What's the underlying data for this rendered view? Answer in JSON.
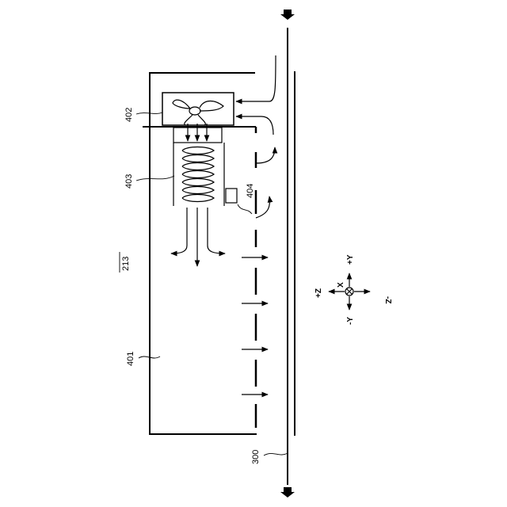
{
  "figure": {
    "labels": {
      "fan_unit": "402",
      "coil": "403",
      "sensor": "404",
      "chamber": "213",
      "housing": "401",
      "wall": "300"
    },
    "axes": {
      "pos_y": "+Y",
      "neg_y": "-Y",
      "pos_z": "+Z",
      "neg_z": "-Z",
      "x": "X"
    }
  }
}
